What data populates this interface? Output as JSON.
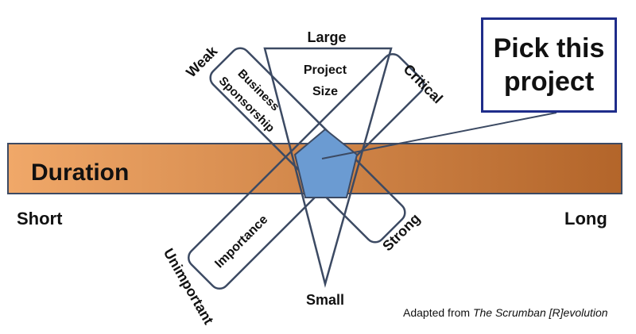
{
  "duration": {
    "title": "Duration",
    "left_label": "Short",
    "right_label": "Long"
  },
  "project_size": {
    "label_line1": "Project",
    "label_line2": "Size",
    "top_label": "Large",
    "bottom_label": "Small"
  },
  "business_sponsorship": {
    "label_line1": "Business",
    "label_line2": "Sponsorship",
    "weak_label": "Weak",
    "strong_label": "Strong"
  },
  "importance": {
    "label": "Importance",
    "critical_label": "Critical",
    "unimportant_label": "Unimportant"
  },
  "callout": {
    "text": "Pick this project"
  },
  "credit": {
    "prefix": "Adapted from ",
    "title": "The Scrumban [R]evolution"
  },
  "colors": {
    "bar_light": "#f0a869",
    "bar_dark": "#b3652a",
    "outline": "#3c4a63",
    "pentagon_fill": "#6b9bd2",
    "callout_border": "#1f2d8a"
  }
}
